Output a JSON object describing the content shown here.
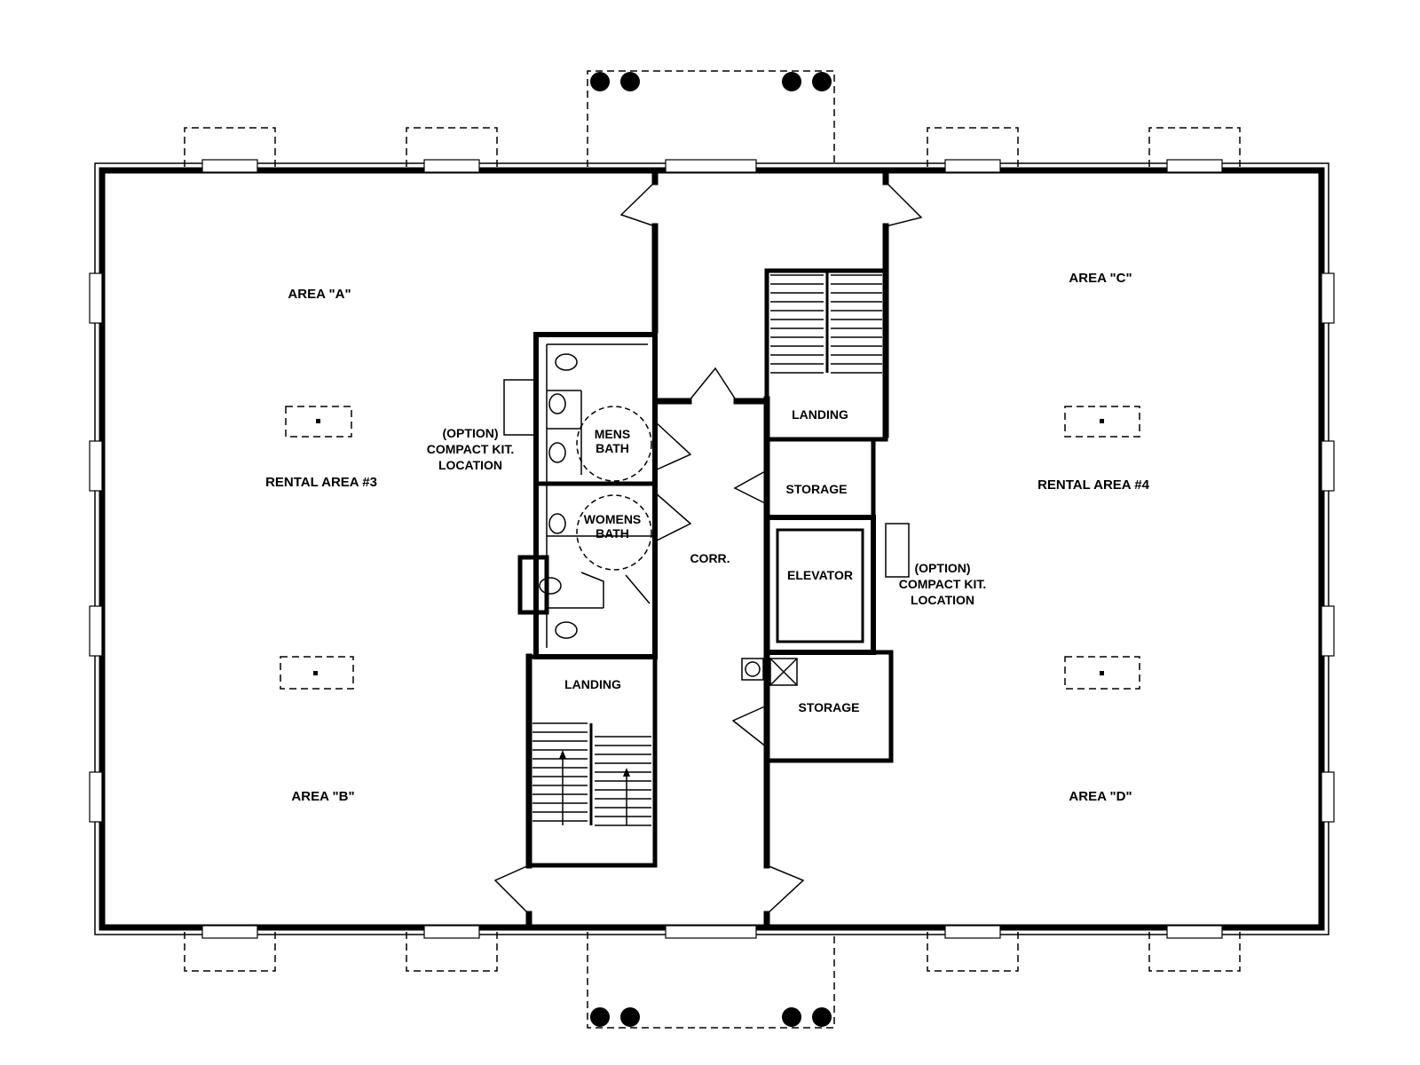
{
  "labels": {
    "area_a": "AREA \"A\"",
    "area_b": "AREA \"B\"",
    "area_c": "AREA \"C\"",
    "area_d": "AREA \"D\"",
    "rental_3": "RENTAL AREA #3",
    "rental_4": "RENTAL AREA #4",
    "option_left": [
      "(OPTION)",
      "COMPACT KIT.",
      "LOCATION"
    ],
    "option_right": [
      "(OPTION)",
      "COMPACT KIT.",
      "LOCATION"
    ],
    "mens_bath": [
      "MENS",
      "BATH"
    ],
    "womens_bath": [
      "WOMENS",
      "BATH"
    ],
    "landing_left": "LANDING",
    "landing_right": "LANDING",
    "storage_top": "STORAGE",
    "storage_bottom": "STORAGE",
    "elevator": "ELEVATOR",
    "corridor": "CORR."
  }
}
